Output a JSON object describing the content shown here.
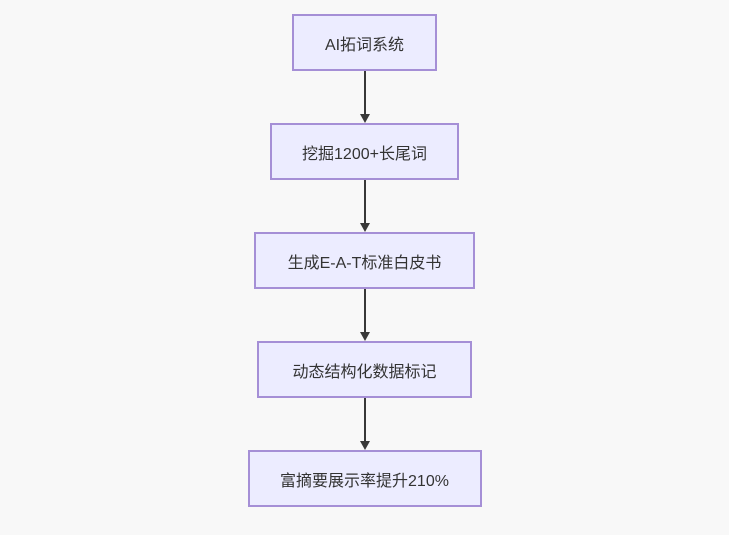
{
  "diagram": {
    "type": "flowchart",
    "direction": "top-down",
    "nodes": [
      {
        "id": "n1",
        "label": "AI拓词系统"
      },
      {
        "id": "n2",
        "label": "挖掘1200+长尾词"
      },
      {
        "id": "n3",
        "label": "生成E-A-T标准白皮书"
      },
      {
        "id": "n4",
        "label": "动态结构化数据标记"
      },
      {
        "id": "n5",
        "label": "富摘要展示率提升210%"
      }
    ],
    "edges": [
      {
        "from": "n1",
        "to": "n2"
      },
      {
        "from": "n2",
        "to": "n3"
      },
      {
        "from": "n3",
        "to": "n4"
      },
      {
        "from": "n4",
        "to": "n5"
      }
    ],
    "colors": {
      "background": "#f8f8f8",
      "node_fill": "#ECECFF",
      "node_border": "#a58fd6",
      "arrow": "#383838",
      "text": "#333333"
    }
  }
}
